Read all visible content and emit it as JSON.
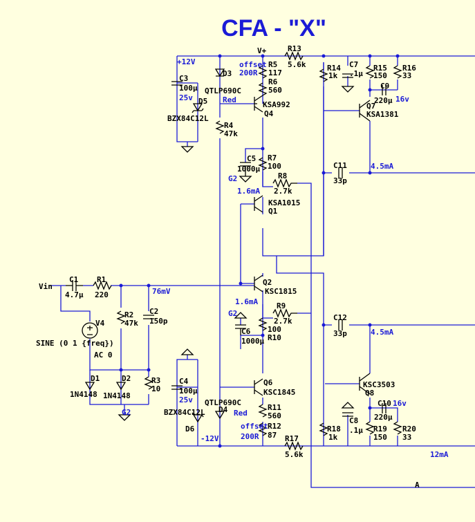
{
  "title": "CFA - \"X\"",
  "labels": {
    "vplus": "V+",
    "vin": "Vin",
    "p12": "+12V",
    "m12": "-12V",
    "g2a": "G2",
    "g2b": "G2",
    "g2c": "G2",
    "out_a": "A",
    "v76": "76mV",
    "i16a": "1.6mA",
    "i16b": "1.6mA",
    "i45a": "4.5mA",
    "i45b": "4.5mA",
    "i12": "12mA",
    "v16a": "16v",
    "v16b": "16v",
    "v25a": "25v",
    "v25b": "25v",
    "offset_a": "offset",
    "r200_a": "200R",
    "offset_b": "offset",
    "r200_b": "200R",
    "red_a": "Red",
    "red_b": "Red"
  },
  "parts": {
    "R1": {
      "name": "R1",
      "value": "220"
    },
    "R2": {
      "name": "R2",
      "value": "47k"
    },
    "R3": {
      "name": "R3",
      "value": "10"
    },
    "R4": {
      "name": "R4",
      "value": "47k"
    },
    "R5": {
      "name": "R5",
      "value": "117"
    },
    "R6": {
      "name": "R6",
      "value": "560"
    },
    "R7": {
      "name": "R7",
      "value": "100"
    },
    "R8": {
      "name": "R8",
      "value": "2.7k"
    },
    "R9": {
      "name": "R9",
      "value": "2.7k"
    },
    "R10": {
      "name": "R10",
      "value": "100"
    },
    "R11": {
      "name": "R11",
      "value": "560"
    },
    "R12": {
      "name": "R12",
      "value": "87"
    },
    "R13": {
      "name": "R13",
      "value": "5.6k"
    },
    "R14": {
      "name": "R14",
      "value": "1k"
    },
    "R15": {
      "name": "R15",
      "value": "150"
    },
    "R16": {
      "name": "R16",
      "value": "33"
    },
    "R17": {
      "name": "R17",
      "value": "5.6k"
    },
    "R18": {
      "name": "R18",
      "value": "1k"
    },
    "R19": {
      "name": "R19",
      "value": "150"
    },
    "R20": {
      "name": "R20",
      "value": "33"
    },
    "C1": {
      "name": "C1",
      "value": "4.7µ"
    },
    "C2": {
      "name": "C2",
      "value": "150p"
    },
    "C3": {
      "name": "C3",
      "value": "100µ"
    },
    "C4": {
      "name": "C4",
      "value": "100µ"
    },
    "C5": {
      "name": "C5",
      "value": "1000µ"
    },
    "C6": {
      "name": "C6",
      "value": "1000µ"
    },
    "C7": {
      "name": "C7",
      "value": ".1µ"
    },
    "C8": {
      "name": "C8",
      "value": ".1µ"
    },
    "C9": {
      "name": "C9",
      "value": "220µ"
    },
    "C10": {
      "name": "C10",
      "value": "220µ"
    },
    "C11": {
      "name": "C11",
      "value": "33p"
    },
    "C12": {
      "name": "C12",
      "value": "33p"
    },
    "Q1": {
      "name": "Q1",
      "value": "KSA1015"
    },
    "Q2": {
      "name": "Q2",
      "value": "KSC1815"
    },
    "Q4": {
      "name": "Q4",
      "value": "KSA992"
    },
    "Q6": {
      "name": "Q6",
      "value": "KSC1845"
    },
    "Q7": {
      "name": "Q7",
      "value": "KSA1381"
    },
    "Q8": {
      "name": "Q8",
      "value": "KSC3503"
    },
    "D1": {
      "name": "D1",
      "value": "1N4148"
    },
    "D2": {
      "name": "D2",
      "value": "1N4148"
    },
    "D3": {
      "name": "D3",
      "value": "QTLP690C"
    },
    "D4": {
      "name": "D4",
      "value": "QTLP690C"
    },
    "D5": {
      "name": "D5",
      "value": "BZX84C12L"
    },
    "D6": {
      "name": "D6",
      "value": "BZX84C12L"
    },
    "V4": {
      "name": "V4",
      "value": "SINE (0 1 {freq})",
      "extra": "AC 0"
    }
  }
}
